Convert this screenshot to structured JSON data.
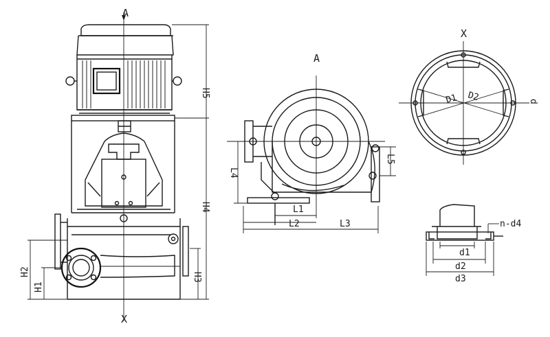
{
  "labels": {
    "view_a_top": "A",
    "view_x_bottom": "X",
    "h5": "H5",
    "h4": "H4",
    "h3": "H3",
    "h2": "H2",
    "h1": "H1",
    "view_a": "A",
    "l4": "L4",
    "l5": "L5",
    "l1": "L1",
    "l2": "L2",
    "l3": "L3",
    "view_x": "X",
    "d1_cap": "D1",
    "d2_cap": "D2",
    "d_small": "d",
    "n_d4": "n-d4",
    "d1": "d1",
    "d2": "d2",
    "d3": "d3"
  }
}
